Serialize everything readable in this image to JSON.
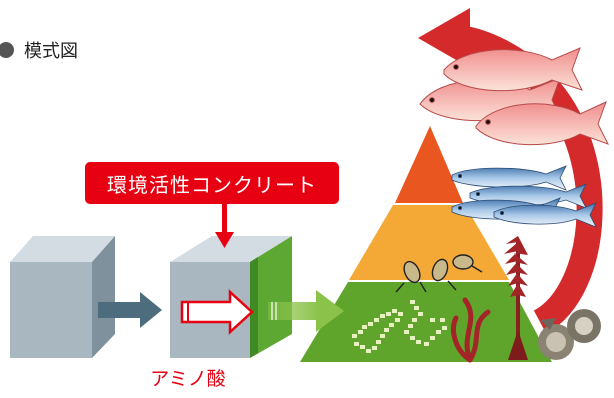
{
  "heading": {
    "text": "模式図"
  },
  "concrete_label": {
    "text": "環境活性コンクリート"
  },
  "amino_label": {
    "text": "アミノ酸"
  },
  "colors": {
    "label_red": "#e60012",
    "block_gray": "#a9b7c0",
    "green_face": "#5da832",
    "pyramid_top": "#e9561f",
    "pyramid_middle": "#f4a937",
    "pyramid_base": "#5fa52c",
    "cycle_arrow": "#d42a2c",
    "arrow_slate": "#4d6c7d"
  }
}
